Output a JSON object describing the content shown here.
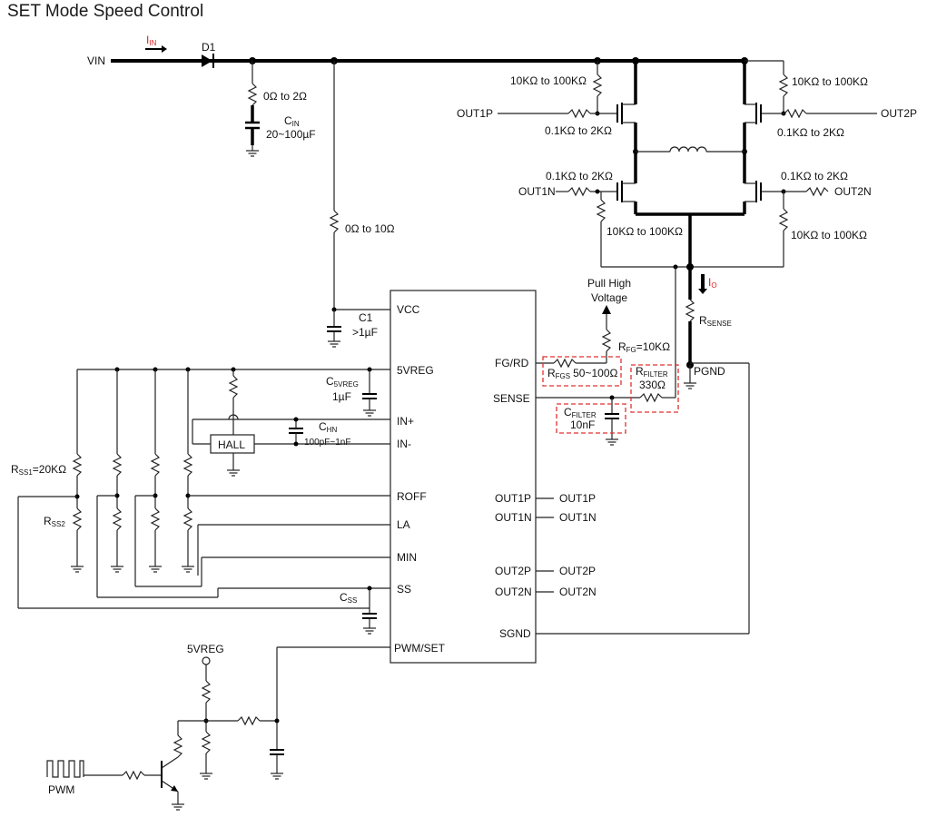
{
  "title": "SET Mode Speed Control",
  "labels": {
    "vin": "VIN",
    "i_in": "I",
    "i_in_sub": "IN",
    "d1": "D1",
    "r_vin": "0Ω to 2Ω",
    "cin": "C",
    "cin_sub": "IN",
    "cin_val": "20~100µF",
    "r_vcc": "0Ω to 10Ω",
    "c1": "C1",
    "c1_val": ">1µF",
    "c5vreg": "C",
    "c5vreg_sub": "5VREG",
    "c5vreg_val": "1µF",
    "chn": "C",
    "chn_sub": "HN",
    "chn_val": "100pF~1nF",
    "hall": "HALL",
    "rss1": "R",
    "rss1_sub": "SS1",
    "rss1_val": "=20KΩ",
    "rss2": "R",
    "rss2_sub": "SS2",
    "css": "C",
    "css_sub": "SS",
    "vreg5": "5VREG",
    "pwm": "PWM",
    "pull_high_1": "Pull High",
    "pull_high_2": "Voltage",
    "rfg": "R",
    "rfg_sub": "FG",
    "rfg_val": "=10KΩ",
    "rfgs": "R",
    "rfgs_sub": "FGS",
    "rfgs_val": "50~100Ω",
    "rfilter": "R",
    "rfilter_sub": "FILTER",
    "rfilter_val": "330Ω",
    "cfilter": "C",
    "cfilter_sub": "FILTER",
    "cfilter_val": "10nF",
    "rsense": "R",
    "rsense_sub": "SENSE",
    "io": "I",
    "io_sub": "O",
    "pgnd": "PGND",
    "r_tl_pull": "10KΩ to 100KΩ",
    "r_tr_pull": "10KΩ to 100KΩ",
    "r_bl_pull": "10KΩ to 100KΩ",
    "r_br_pull": "10KΩ to 100KΩ",
    "r_tl_gate": "0.1KΩ to 2KΩ",
    "r_tr_gate": "0.1KΩ to 2KΩ",
    "r_bl_gate": "0.1KΩ to 2KΩ",
    "r_br_gate": "0.1KΩ to 2KΩ",
    "net_out1p": "OUT1P",
    "net_out2p": "OUT2P",
    "net_out1n": "OUT1N",
    "net_out2n": "OUT2N"
  },
  "ic_pins": {
    "vcc": "VCC",
    "vreg5": "5VREG",
    "inp": "IN+",
    "inn": "IN-",
    "roff": "ROFF",
    "la": "LA",
    "min": "MIN",
    "ss": "SS",
    "pwmset": "PWM/SET",
    "fgrd": "FG/RD",
    "sense": "SENSE",
    "out1p": "OUT1P",
    "out1n": "OUT1N",
    "out2p": "OUT2P",
    "out2n": "OUT2N",
    "sgnd": "SGND"
  },
  "ic_nets": {
    "out1p": "OUT1P",
    "out1n": "OUT1N",
    "out2p": "OUT2P",
    "out2n": "OUT2N"
  },
  "colors": {
    "wire": "#222222",
    "bus": "#000000",
    "accent_red": "#dd2222",
    "dashed_box": "#e03030"
  }
}
